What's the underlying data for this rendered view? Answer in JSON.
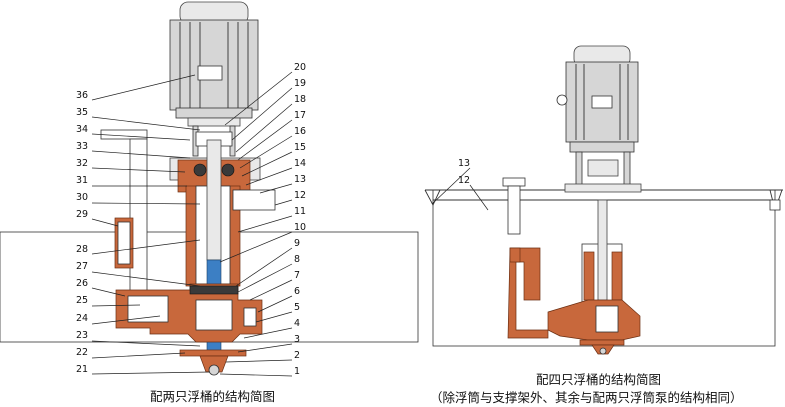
{
  "left_figure": {
    "part_numbers": [
      "1",
      "2",
      "3",
      "4",
      "5",
      "6",
      "7",
      "8",
      "9",
      "10",
      "11",
      "12",
      "13",
      "14",
      "15",
      "16",
      "17",
      "18",
      "19",
      "20",
      "21",
      "22",
      "23",
      "24",
      "25",
      "26",
      "27",
      "28",
      "29",
      "30",
      "31",
      "32",
      "33",
      "34",
      "35",
      "36"
    ],
    "caption": "配两只浮桶的结构简图"
  },
  "right_figure": {
    "part_numbers": [
      "13",
      "12"
    ],
    "caption_line1": "配四只浮桶的结构简图",
    "caption_line2": "（除浮筒与支撑架外、其余与配两只浮筒泵的结构相同）"
  },
  "colors": {
    "body_copper": "#c8683c",
    "shaft_blue": "#3c7fc4",
    "motor_grey": "#d6d6d6",
    "outline": "#333333"
  }
}
